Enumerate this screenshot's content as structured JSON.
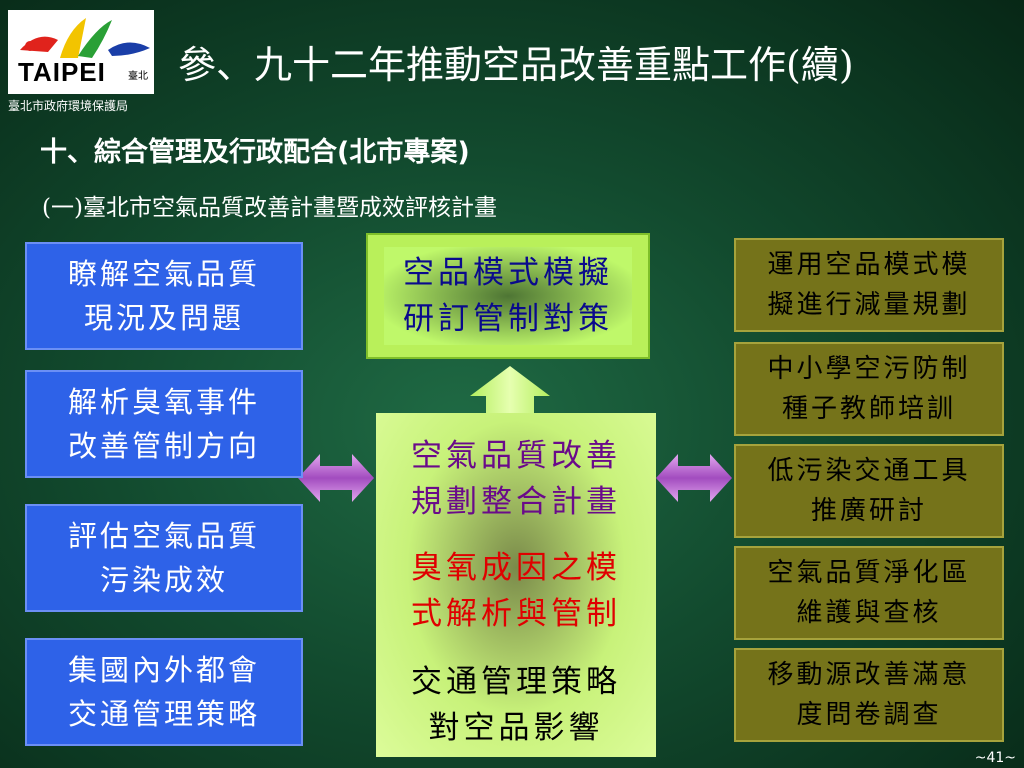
{
  "header": {
    "logo_text": "TAIPEI",
    "logo_sub": "臺北",
    "org": "臺北市政府環境保護局",
    "title": "參、九十二年推動空品改善重點工作(續)"
  },
  "section": {
    "heading": "十、綜合管理及行政配合(北市專案)",
    "subheading": "(一)臺北市空氣品質改善計畫暨成效評核計畫"
  },
  "diagram": {
    "left_boxes": [
      {
        "line1": "瞭解空氣品質",
        "line2": "現況及問題"
      },
      {
        "line1": "解析臭氧事件",
        "line2": "改善管制方向"
      },
      {
        "line1": "評估空氣品質",
        "line2": "污染成效"
      },
      {
        "line1": "集國內外都會",
        "line2": "交通管理策略"
      }
    ],
    "top_box": {
      "line1": "空品模式模擬",
      "line2": "研訂管制對策"
    },
    "center": {
      "block1": {
        "line1": "空氣品質改善",
        "line2": "規劃整合計畫"
      },
      "block2": {
        "line1": "臭氧成因之模",
        "line2": "式解析與管制"
      },
      "block3": {
        "line1": "交通管理策略",
        "line2": "對空品影響"
      }
    },
    "right_boxes": [
      {
        "line1": "運用空品模式模",
        "line2": "擬進行減量規劃"
      },
      {
        "line1": "中小學空污防制",
        "line2": "種子教師培訓"
      },
      {
        "line1": "低污染交通工具",
        "line2": "推廣研討"
      },
      {
        "line1": "空氣品質淨化區",
        "line2": "維護與查核"
      },
      {
        "line1": "移動源改善滿意",
        "line2": "度問卷調查"
      }
    ]
  },
  "colors": {
    "left_box": "#2e62e8",
    "right_box": "#75731a",
    "top_box": "#b9f05a",
    "arrow_purple": "#b35cc7",
    "arrow_green": "#c9f78a"
  },
  "page_number": "~41~"
}
